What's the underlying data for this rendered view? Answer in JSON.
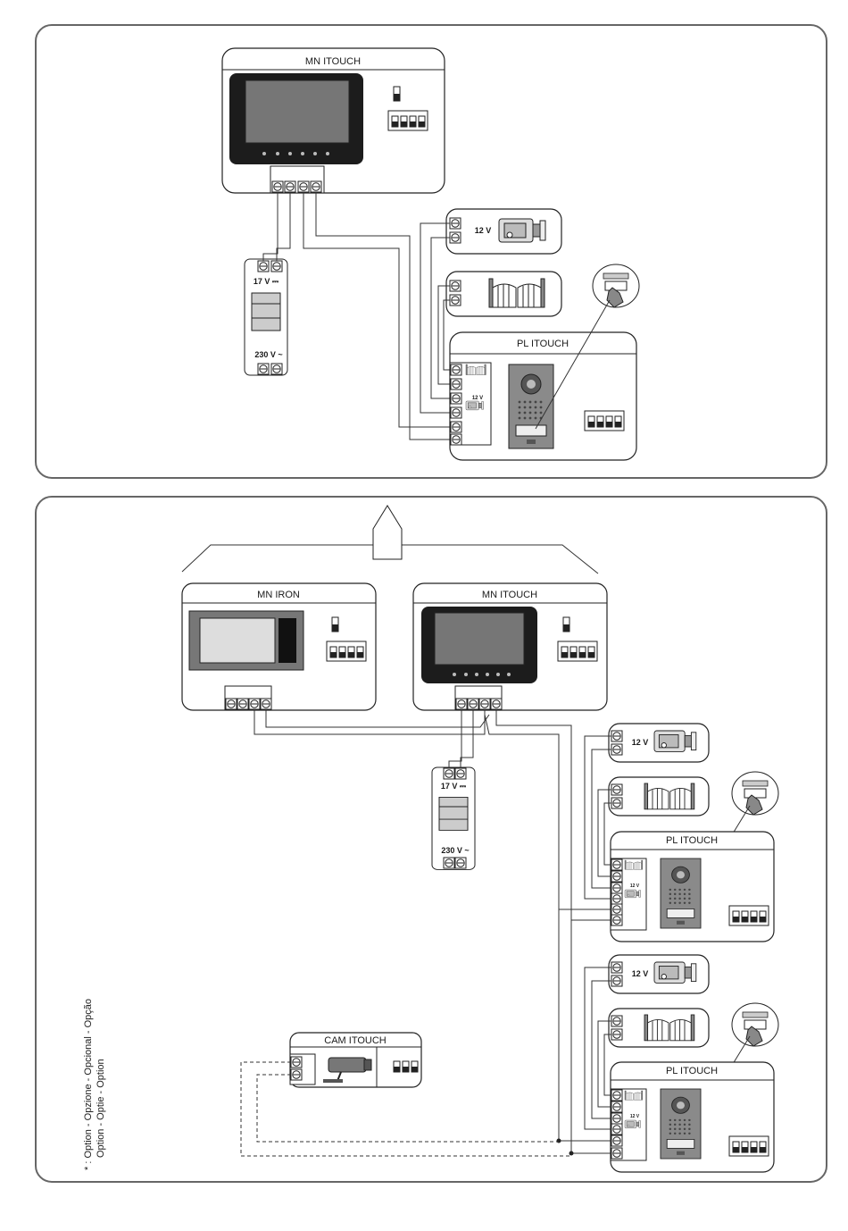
{
  "top_panel": {
    "monitor_title": "MN ITOUCH",
    "psu_out_label": "17 V ⎓",
    "psu_in_label": "230 V ~",
    "lock_label": "12 V",
    "panel_title": "PL ITOUCH",
    "panel_lock_label": "12 V"
  },
  "bottom_panel": {
    "monitor1_title": "MN IRON",
    "monitor2_title": "MN ITOUCH",
    "psu_out_label": "17 V ⎓",
    "psu_in_label": "230 V ~",
    "lock1_label": "12 V",
    "panel1_title": "PL ITOUCH",
    "panel1_lock_label": "12 V",
    "lock2_label": "12 V",
    "panel2_title": "PL ITOUCH",
    "panel2_lock_label": "12 V",
    "camera_title": "CAM ITOUCH"
  },
  "option_note": {
    "symbol": "* :",
    "line1": "Option - Opzione - Opcional - Opção",
    "line2": "Option - Optie - Option"
  },
  "icons": [
    "door-lock-icon",
    "gate-icon",
    "keypad-hand-icon",
    "camera-icon",
    "house-icon",
    "dip-switch-icon",
    "jumper-icon"
  ]
}
